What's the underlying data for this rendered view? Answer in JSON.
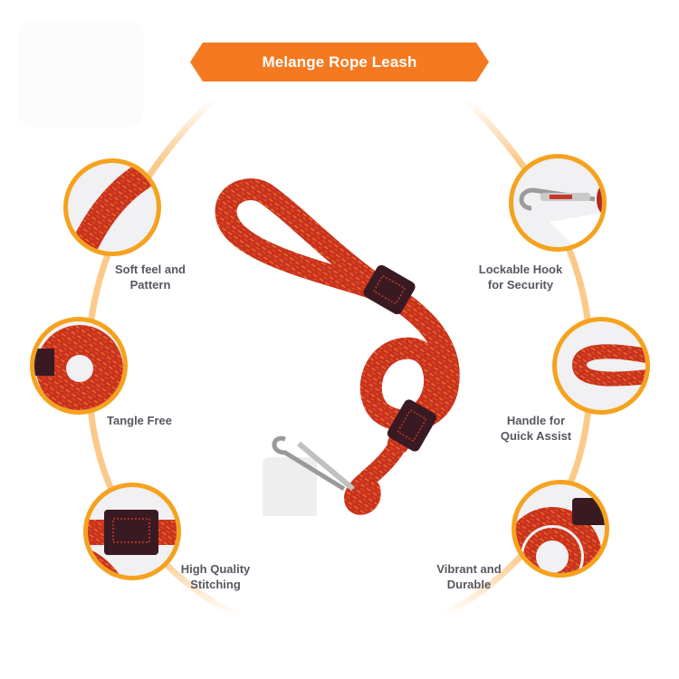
{
  "title": {
    "text": "Melange Rope Leash",
    "bg_color": "#f47920",
    "text_color": "#ffffff"
  },
  "colors": {
    "circle_border": "#f5a21e",
    "arc_color": "#fbc98a",
    "rope_red": "#c8321e",
    "rope_fleck": "#f07a2a",
    "sleeve_dark": "#3a1a22",
    "label_text": "#5a5560"
  },
  "features": [
    {
      "id": "soft-feel",
      "label_line1": "Soft feel and",
      "label_line2": "Pattern",
      "side": "left"
    },
    {
      "id": "tangle-free",
      "label_line1": "Tangle Free",
      "label_line2": "",
      "side": "left"
    },
    {
      "id": "stitching",
      "label_line1": "High Quality",
      "label_line2": "Stitching",
      "side": "left"
    },
    {
      "id": "lockable-hook",
      "label_line1": "Lockable Hook",
      "label_line2": "for Security",
      "side": "right"
    },
    {
      "id": "handle",
      "label_line1": "Handle for",
      "label_line2": "Quick Assist",
      "side": "right"
    },
    {
      "id": "vibrant",
      "label_line1": "Vibrant and",
      "label_line2": "Durable",
      "side": "right"
    }
  ],
  "product_image": {
    "icon": "rope-leash-illustration"
  }
}
